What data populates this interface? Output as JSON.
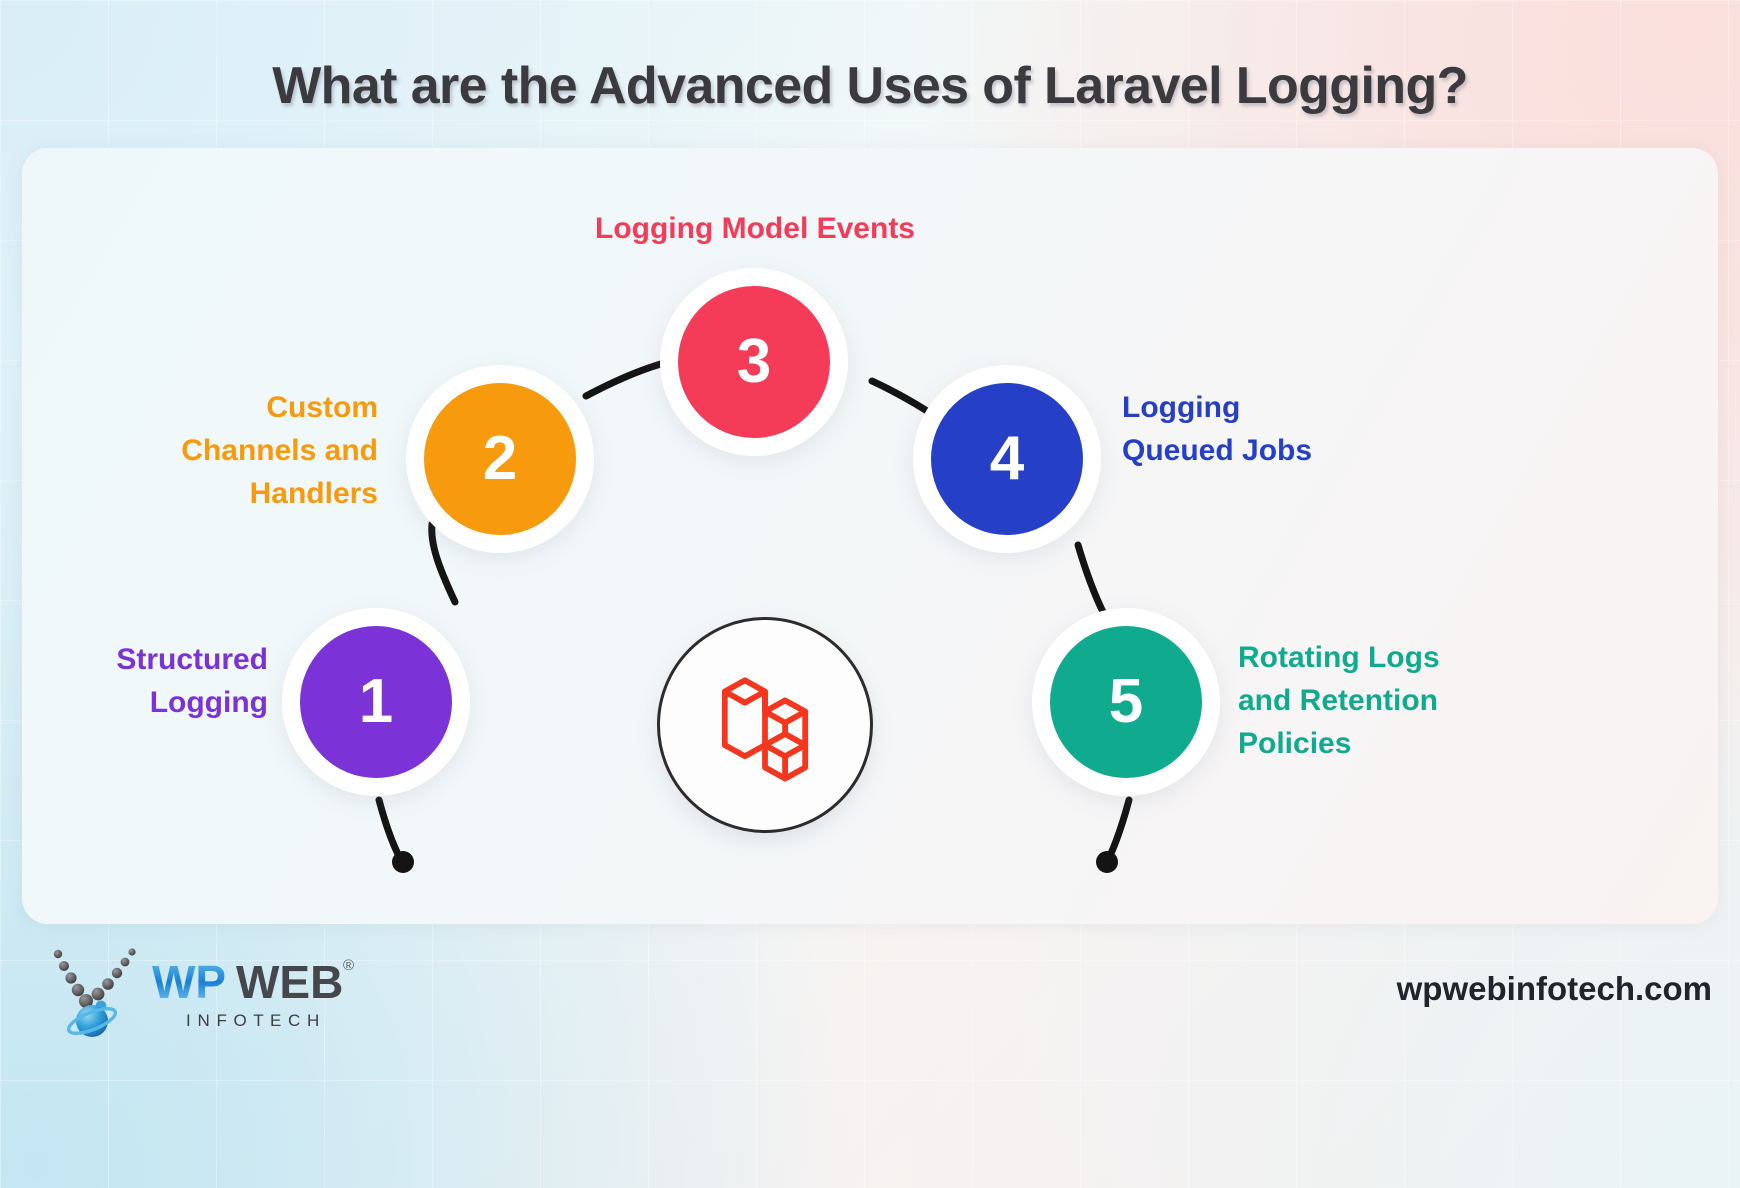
{
  "title": "What are the Advanced Uses of Laravel Logging?",
  "brand": {
    "wp_text": "WP",
    "web_text": "WEB",
    "registered_mark": "®",
    "tagline": "I N F O T E C H",
    "website": "wpwebinfotech.com",
    "logo_icon": "wpweb-planet-icon",
    "center_icon": "laravel-logo-icon"
  },
  "colors": {
    "step1": "#7b32d6",
    "step2": "#f79a0d",
    "step3": "#f43b57",
    "step4": "#2540c6",
    "step5": "#10ab8e",
    "laravel_red": "#f4361f",
    "title": "#3b3b3f",
    "connector": "#1a1a1a"
  },
  "steps": [
    {
      "number": "1",
      "label": "Structured\nLogging",
      "color_key": "step1"
    },
    {
      "number": "2",
      "label": "Custom\nChannels and\nHandlers",
      "color_key": "step2"
    },
    {
      "number": "3",
      "label": "Logging Model Events",
      "color_key": "step3"
    },
    {
      "number": "4",
      "label": "Logging\nQueued Jobs",
      "color_key": "step4"
    },
    {
      "number": "5",
      "label": "Rotating Logs\nand Retention\nPolicies",
      "color_key": "step5"
    }
  ]
}
